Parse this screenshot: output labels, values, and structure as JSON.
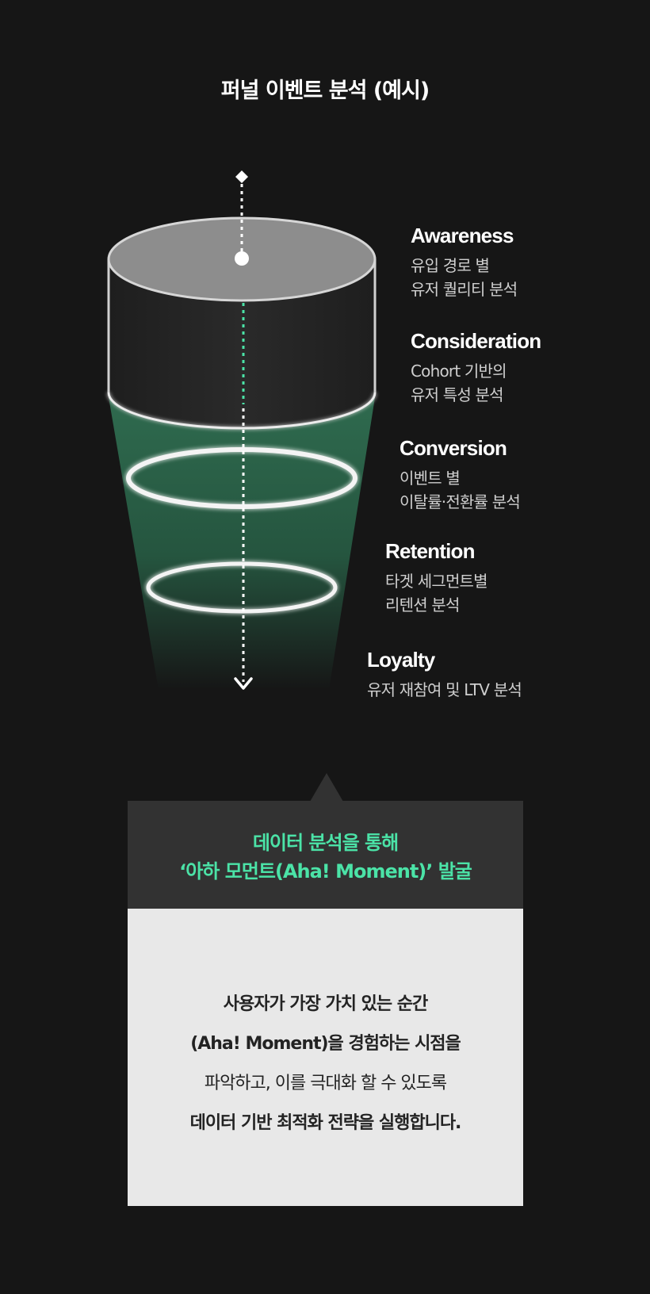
{
  "title": "퍼널 이벤트 분석 (예시)",
  "colors": {
    "background": "#161616",
    "funnel_green": "#2f6b4f",
    "accent_mint": "#4be3a7",
    "callout_dark": "#323232",
    "callout_light": "#e8e8e8"
  },
  "stages": [
    {
      "name": "Awareness",
      "desc": [
        "유입 경로 별",
        "유저 퀄리티 분석"
      ]
    },
    {
      "name": "Consideration",
      "desc": [
        "Cohort 기반의",
        "유저 특성 분석"
      ]
    },
    {
      "name": "Conversion",
      "desc": [
        "이벤트 별",
        "이탈률·전환률 분석"
      ]
    },
    {
      "name": "Retention",
      "desc": [
        "타겟 세그먼트별",
        "리텐션 분석"
      ]
    },
    {
      "name": "Loyalty",
      "desc": [
        "유저 재참여 및 LTV 분석"
      ]
    }
  ],
  "callout": {
    "header_lines": [
      "데이터 분석을 통해",
      "‘아하 모먼트(Aha! Moment)’ 발굴"
    ],
    "body_lines": [
      "사용자가 가장 가치 있는 순간",
      "(Aha! Moment)을 경험하는 시점을",
      "파악하고, 이를 극대화 할 수 있도록",
      "데이터 기반 최적화 전략을 실행합니다."
    ]
  }
}
